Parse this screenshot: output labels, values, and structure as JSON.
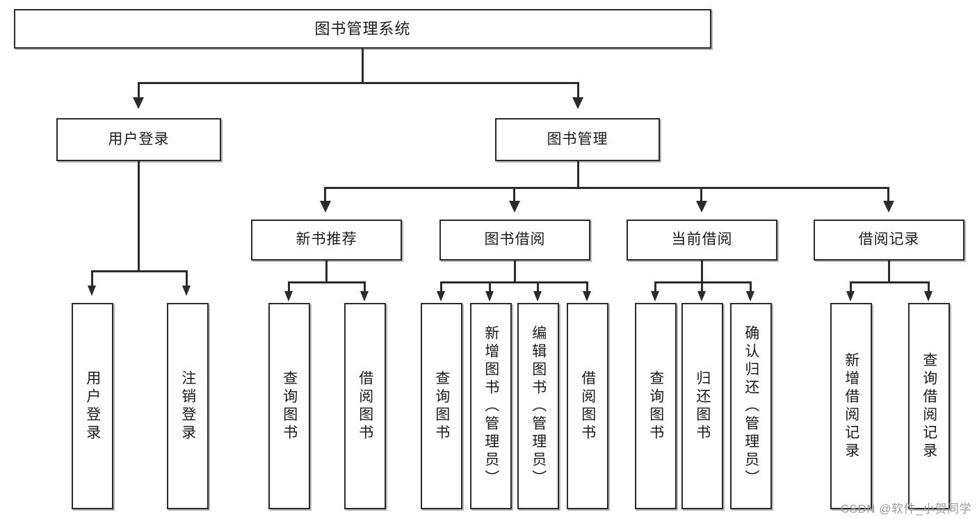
{
  "diagram": {
    "title": "图书管理系统",
    "type": "tree",
    "root": {
      "label": "图书管理系统"
    },
    "level2": [
      {
        "label": "用户登录"
      },
      {
        "label": "图书管理"
      }
    ],
    "level3": [
      {
        "label": "新书推荐"
      },
      {
        "label": "图书借阅"
      },
      {
        "label": "当前借阅"
      },
      {
        "label": "借阅记录"
      }
    ],
    "leaves": {
      "user_login": [
        {
          "label": "用户登录"
        },
        {
          "label": "注销登录"
        }
      ],
      "new_book_recommend": [
        {
          "label": "查询图书"
        },
        {
          "label": "借阅图书"
        }
      ],
      "book_borrow": [
        {
          "label": "查询图书"
        },
        {
          "label": "新增图书（管理员）"
        },
        {
          "label": "编辑图书（管理员）"
        },
        {
          "label": "借阅图书"
        }
      ],
      "current_borrow": [
        {
          "label": "查询图书"
        },
        {
          "label": "归还图书"
        },
        {
          "label": "确认归还（管理员）"
        }
      ],
      "borrow_record": [
        {
          "label": "新增借阅记录"
        },
        {
          "label": "查询借阅记录"
        }
      ]
    }
  },
  "watermark": {
    "text": "CSDN @软件_小贺同学"
  },
  "colors": {
    "stroke": "#2b2b2b",
    "fill": "#ffffff",
    "text": "#1a1a1a",
    "watermark": "#9a9a9a"
  }
}
